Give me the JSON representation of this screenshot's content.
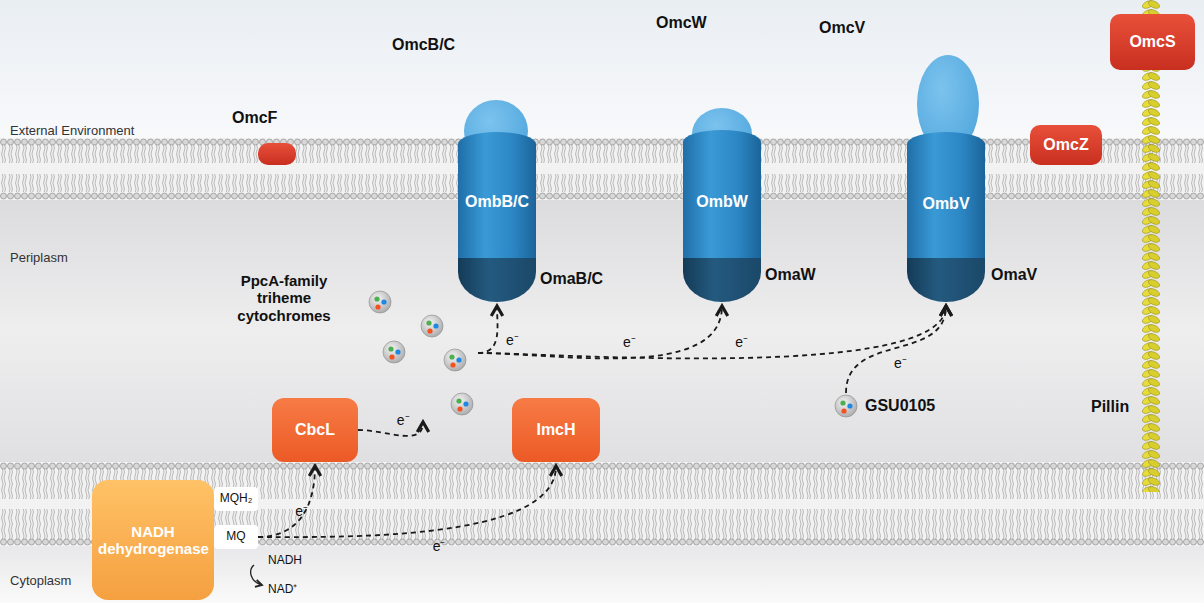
{
  "diagram": {
    "nodes": [
      {
        "text": [
          "OmcF"
        ]
      },
      {
        "text": [
          "OmcB/C"
        ]
      },
      {
        "text": [
          "OmbB/C"
        ]
      },
      {
        "text": [
          "OmaB/C"
        ]
      },
      {
        "text": [
          "OmcW"
        ]
      },
      {
        "text": [
          "OmbW"
        ]
      },
      {
        "text": [
          "OmaW"
        ]
      },
      {
        "text": [
          "OmcV"
        ]
      },
      {
        "text": [
          "OmbV"
        ]
      },
      {
        "text": [
          "OmaV"
        ]
      },
      {
        "text": [
          "OmcS"
        ]
      },
      {
        "text": [
          "OmcZ"
        ]
      },
      {
        "text": [
          "PpcA-family triheme cytochromes"
        ]
      },
      {
        "text": [
          "CbcL"
        ]
      },
      {
        "text": [
          "ImcH"
        ]
      },
      {
        "text": [
          "GSU0105"
        ]
      },
      {
        "text": [
          "NADH dehydrogenase"
        ]
      },
      {
        "text": [
          "MQH₂"
        ]
      },
      {
        "text": [
          "MQ"
        ]
      },
      {
        "text": [
          "Pillin"
        ]
      }
    ],
    "edges": [
      {
        "from": 18,
        "to": 13,
        "label": "e⁻",
        "arrow": "to"
      },
      {
        "from": 18,
        "to": 14,
        "label": "e⁻",
        "arrow": "to"
      },
      {
        "from": 13,
        "to": 12,
        "label": "e⁻",
        "arrow": "to"
      },
      {
        "from": 12,
        "to": 3,
        "label": "e⁻",
        "arrow": "to"
      },
      {
        "from": 12,
        "to": 6,
        "label": "e⁻",
        "arrow": "to"
      },
      {
        "from": 12,
        "to": 9,
        "label": "e⁻",
        "arrow": "to"
      },
      {
        "from": 15,
        "to": 9,
        "label": "e⁻",
        "arrow": "to"
      }
    ],
    "labels": [
      "External Environment",
      "Periplasm",
      "Cytoplasm",
      "NADH",
      "NAD⁺"
    ]
  }
}
